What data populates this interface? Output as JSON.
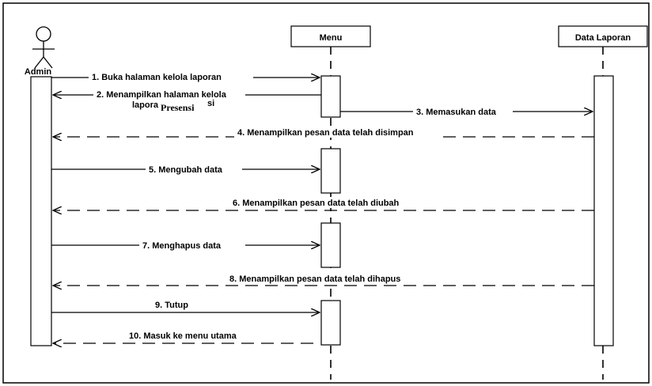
{
  "participants": {
    "admin": "Admin",
    "menu": "Menu",
    "data_laporan": "Data Laporan"
  },
  "messages": {
    "m1": "1. Buka halaman kelola laporan",
    "m2_line1": "2. Menampilkan halaman kelola",
    "m2_line2": "lapora",
    "m2_overlay": "Presensi",
    "m2_trailing": "si",
    "m3": "3. Memasukan data",
    "m4": "4. Menampilkan pesan data telah disimpan",
    "m5": "5. Mengubah data",
    "m6": "6. Menampilkan pesan data telah diubah",
    "m7": "7. Menghapus data",
    "m8": "8. Menampilkan pesan data telah dihapus",
    "m9": "9. Tutup",
    "m10": "10. Masuk ke menu utama"
  }
}
